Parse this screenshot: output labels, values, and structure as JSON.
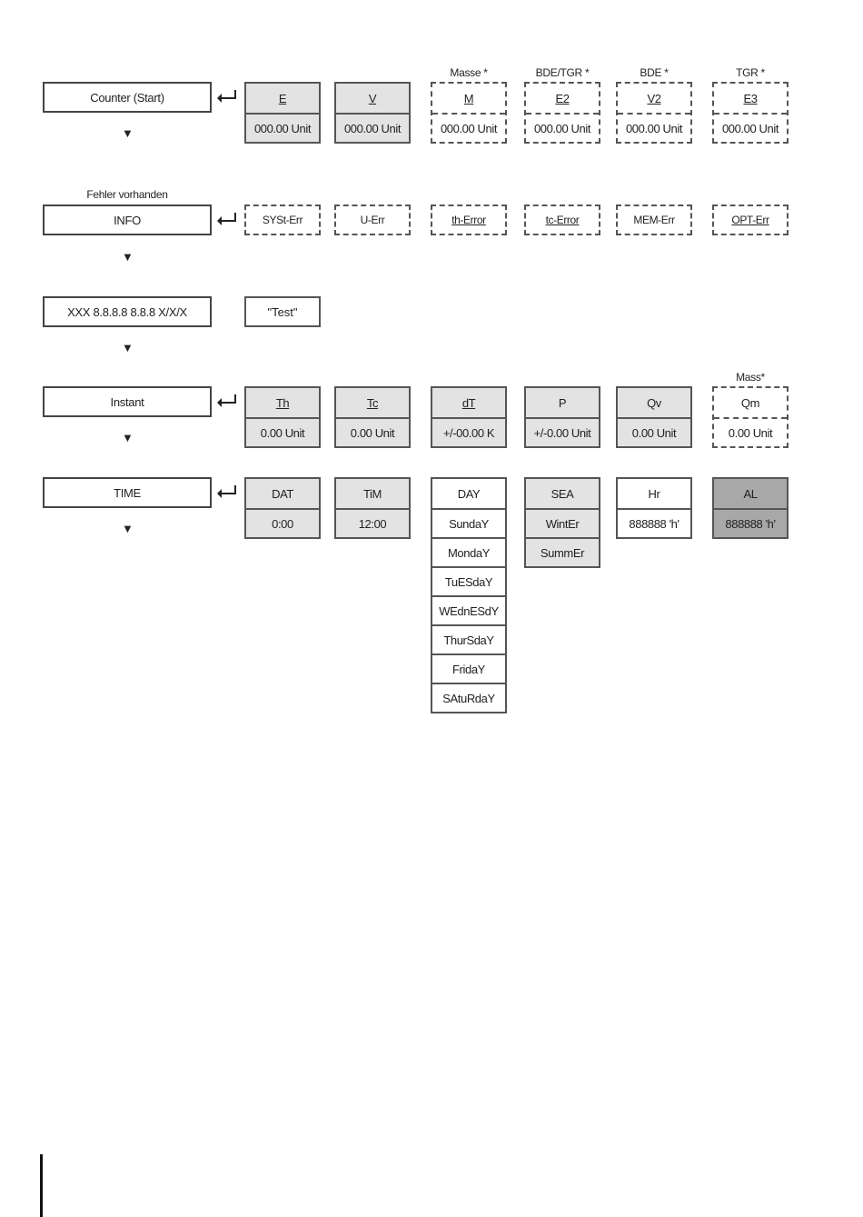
{
  "rows": {
    "counter": {
      "main": "Counter (Start)",
      "labels_above": [
        "Masse *",
        "BDE/TGR *",
        "BDE *",
        "TGR *"
      ],
      "boxes": [
        {
          "title": "E",
          "value": "000.00 Unit"
        },
        {
          "title": "V",
          "value": "000.00 Unit"
        },
        {
          "title": "M",
          "value": "000.00 Unit"
        },
        {
          "title": "E2",
          "value": "000.00 Unit"
        },
        {
          "title": "V2",
          "value": "000.00 Unit"
        },
        {
          "title": "E3",
          "value": "000.00 Unit"
        }
      ]
    },
    "info": {
      "label_above": "Fehler vorhanden",
      "main": "INFO",
      "boxes": [
        "SYSt-Err",
        "U-Err",
        "th-Error",
        "tc-Error",
        "MEM-Err",
        "OPT-Err"
      ]
    },
    "test": {
      "main": "XXX 8.8.8.8 8.8.8 X/X/X",
      "box": "\"Test\""
    },
    "instant": {
      "main": "Instant",
      "label_above": "Mass*",
      "boxes": [
        {
          "title": "Th",
          "value": "0.00 Unit"
        },
        {
          "title": "Tc",
          "value": "0.00 Unit"
        },
        {
          "title": "dT",
          "value": "+/-00.00 K"
        },
        {
          "title": "P",
          "value": "+/-0.00 Unit"
        },
        {
          "title": "Qv",
          "value": "0.00 Unit"
        },
        {
          "title": "Qm",
          "value": "0.00 Unit"
        }
      ]
    },
    "time": {
      "main": "TIME",
      "dat": {
        "title": "DAT",
        "value": "0:00"
      },
      "tim": {
        "title": "TiM",
        "value": "12:00"
      },
      "day": {
        "title": "DAY",
        "values": [
          "SundaY",
          "MondaY",
          "TuESdaY",
          "WEdnESdY",
          "ThurSdaY",
          "FridaY",
          "SAtuRdaY"
        ]
      },
      "sea": {
        "title": "SEA",
        "values": [
          "WintEr",
          "SummEr"
        ]
      },
      "hr": {
        "title": "Hr",
        "value": "888888 'h'"
      },
      "al": {
        "title": "AL",
        "value": "888888 'h'"
      }
    }
  }
}
